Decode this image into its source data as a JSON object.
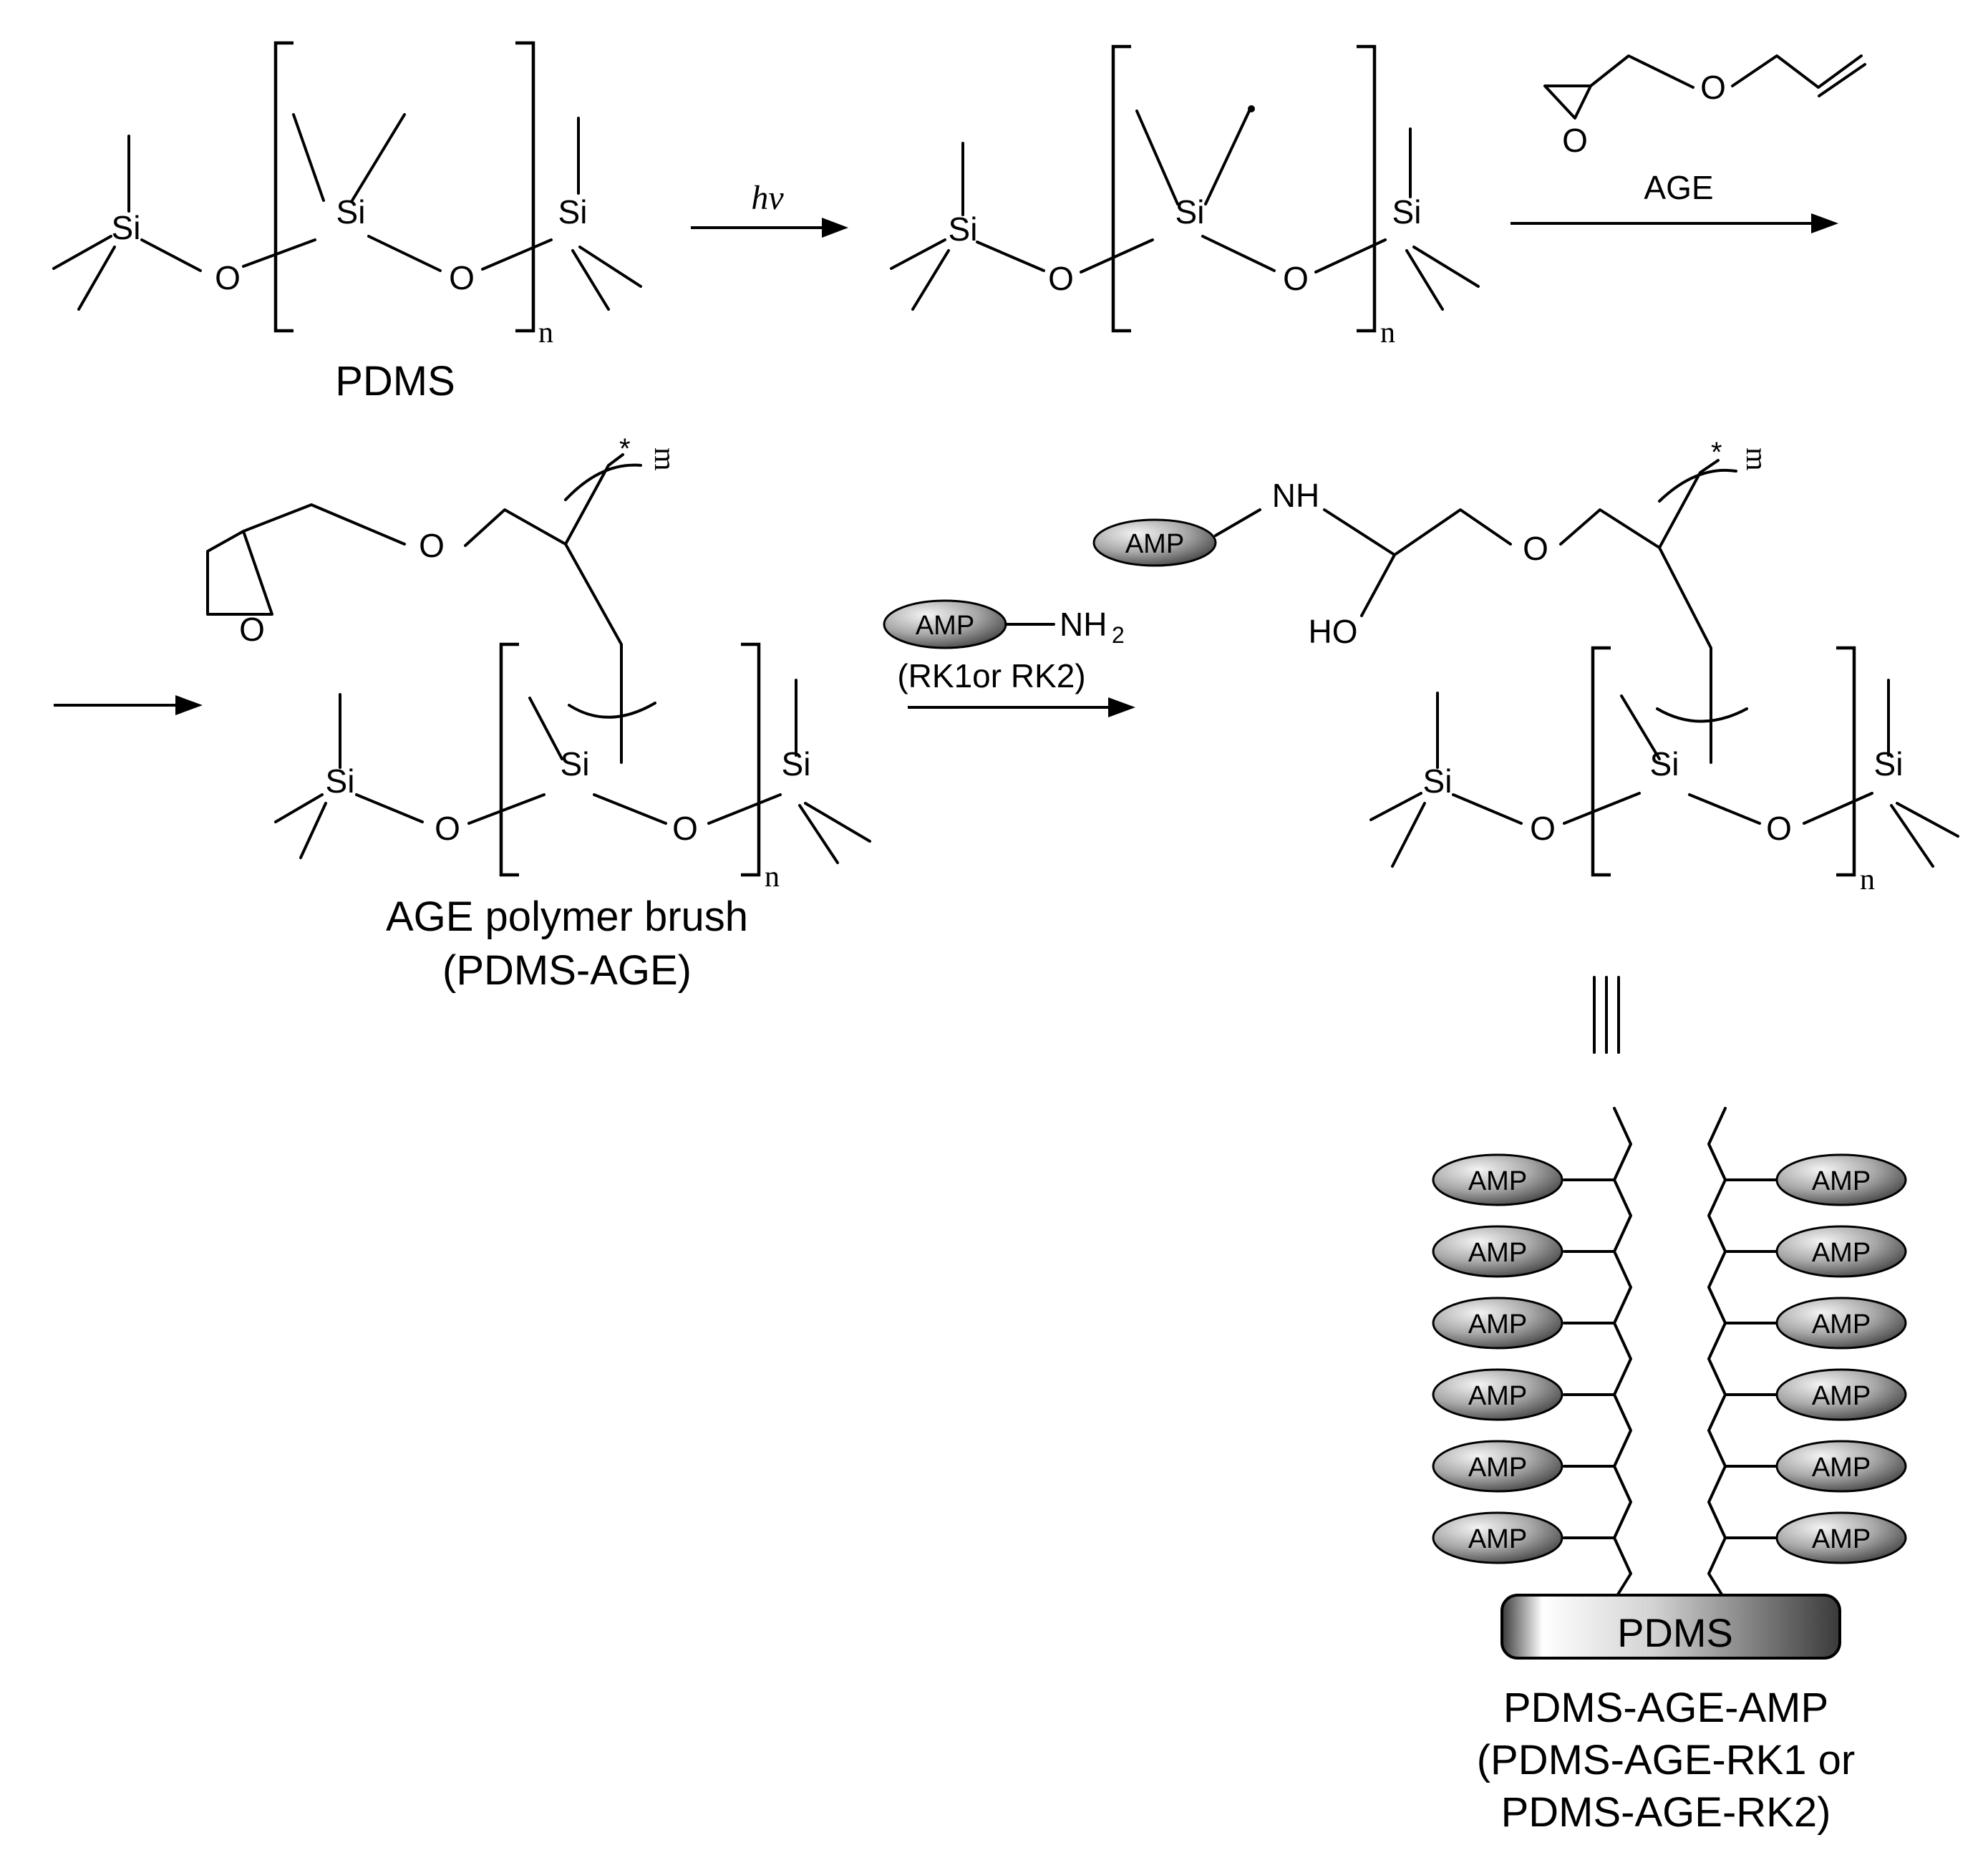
{
  "labels": {
    "si": "Si",
    "o": "O",
    "n": "n",
    "m": "m",
    "star": "*",
    "dot": "·",
    "nh": "NH",
    "ho": "HO",
    "nh2": "NH",
    "nh2_sub": "2",
    "amp": "AMP",
    "hv": "hν",
    "age": "AGE",
    "rk": "(RK1or RK2)",
    "pdms": "PDMS",
    "pdms_bar": "PDMS",
    "brush_line1": "AGE polymer brush",
    "brush_line2": "(PDMS-AGE)",
    "final_line1": "PDMS-AGE-AMP",
    "final_line2": "(PDMS-AGE-RK1 or",
    "final_line3": "PDMS-AGE-RK2)",
    "equiv": "|||"
  },
  "colors": {
    "ink": "#000000",
    "amp_light": "#f4f4f4",
    "amp_dark": "#5a5a5a"
  }
}
